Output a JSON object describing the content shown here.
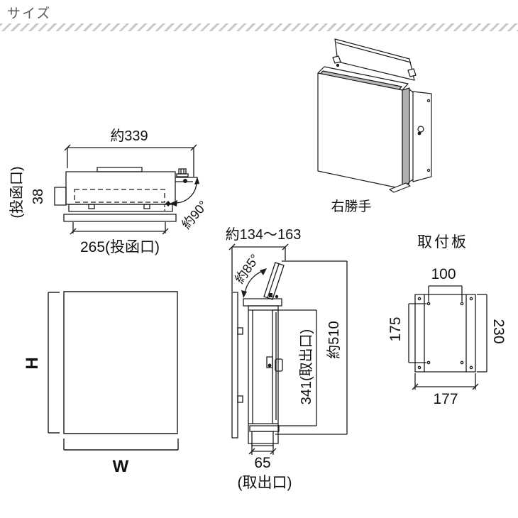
{
  "page": {
    "title": "サイズ"
  },
  "top_view": {
    "dim_total_width": "約339",
    "slot_label_vertical": "(投函口)",
    "dim_slot_depth": "38",
    "dim_slot_width": "265(投函口)",
    "lid_angle": "約90°"
  },
  "iso_view": {
    "caption": "右勝手"
  },
  "side_view": {
    "dim_depth_range": "約134〜163",
    "lid_angle": "約85°",
    "dim_door_opening": "341(取出口)",
    "dim_total_height": "約510",
    "dim_takeout_depth": "65",
    "takeout_label": "(取出口)"
  },
  "front_view": {
    "height_label": "H",
    "width_label": "W"
  },
  "mount_plate": {
    "title": "取付板",
    "dim_hole_span_x": "100",
    "dim_hole_span_y": "175",
    "dim_plate_height": "230",
    "dim_plate_width": "177"
  },
  "colors": {
    "line": "#1a1a1a",
    "title_text": "#5a5a5a",
    "divider": "#c9c9c9",
    "shade": "#b0b0b0"
  }
}
